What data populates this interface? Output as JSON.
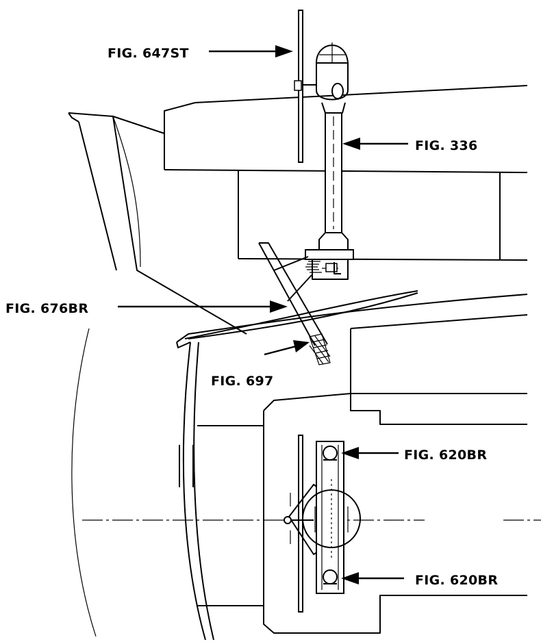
{
  "labels": {
    "fig_647st": "FIG. 647ST",
    "fig_336": "FIG. 336",
    "fig_676br": "FIG. 676BR",
    "fig_697": "FIG. 697",
    "fig_620br_upper": "FIG. 620BR",
    "fig_620br_lower": "FIG. 620BR"
  }
}
